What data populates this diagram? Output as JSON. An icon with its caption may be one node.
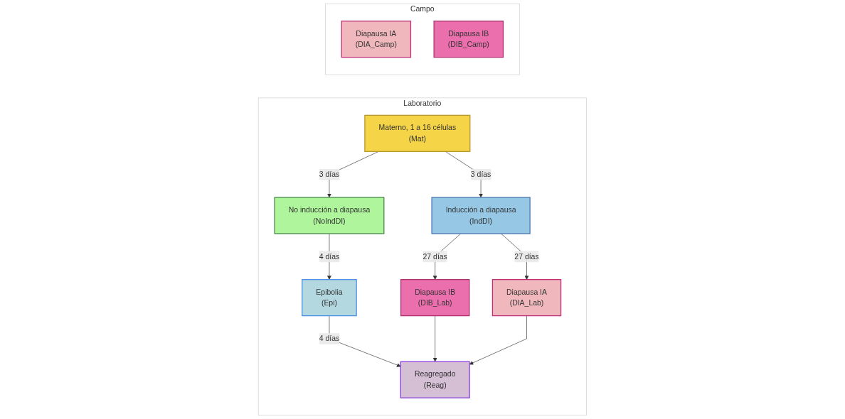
{
  "diagram": {
    "nodes": [
      {
        "text": [
          "Laboratorio"
        ]
      },
      {
        "text": [
          "Materno, 1 a 16 células",
          "(Mat)"
        ],
        "in": 0
      },
      {
        "text": [
          "No inducción a diapausa",
          "(NoIndDI)"
        ],
        "in": 0
      },
      {
        "text": [
          "Inducción a diapausa",
          "(IndDI)"
        ],
        "in": 0
      },
      {
        "text": [
          "Epibolia",
          "(Epi)"
        ],
        "in": 0
      },
      {
        "text": [
          "Diapausa IB",
          "(DIB_Lab)"
        ],
        "in": 0
      },
      {
        "text": [
          "Diapausa IA",
          "(DIA_Lab)"
        ],
        "in": 0
      },
      {
        "text": [
          "Reagregado",
          "(Reag)"
        ],
        "in": 0
      },
      {
        "text": [
          "Campo"
        ]
      },
      {
        "text": [
          "Diapausa IA",
          "(DIA_Camp)"
        ],
        "in": 8
      },
      {
        "text": [
          "Diapausa IB",
          "(DIB_Camp)"
        ],
        "in": 8
      }
    ],
    "edges": [
      {
        "from": 1,
        "to": 2,
        "arrow": "to",
        "label": "3 días"
      },
      {
        "from": 1,
        "to": 3,
        "arrow": "to",
        "label": "3 días"
      },
      {
        "from": 2,
        "to": 4,
        "arrow": "to",
        "label": "4 días"
      },
      {
        "from": 3,
        "to": 5,
        "arrow": "to",
        "label": "27 días"
      },
      {
        "from": 3,
        "to": 6,
        "arrow": "to",
        "label": "27 días"
      },
      {
        "from": 4,
        "to": 7,
        "arrow": "to",
        "label": "4 días"
      },
      {
        "from": 5,
        "to": 7,
        "arrow": "to"
      },
      {
        "from": 6,
        "to": 7,
        "arrow": "to"
      }
    ]
  }
}
